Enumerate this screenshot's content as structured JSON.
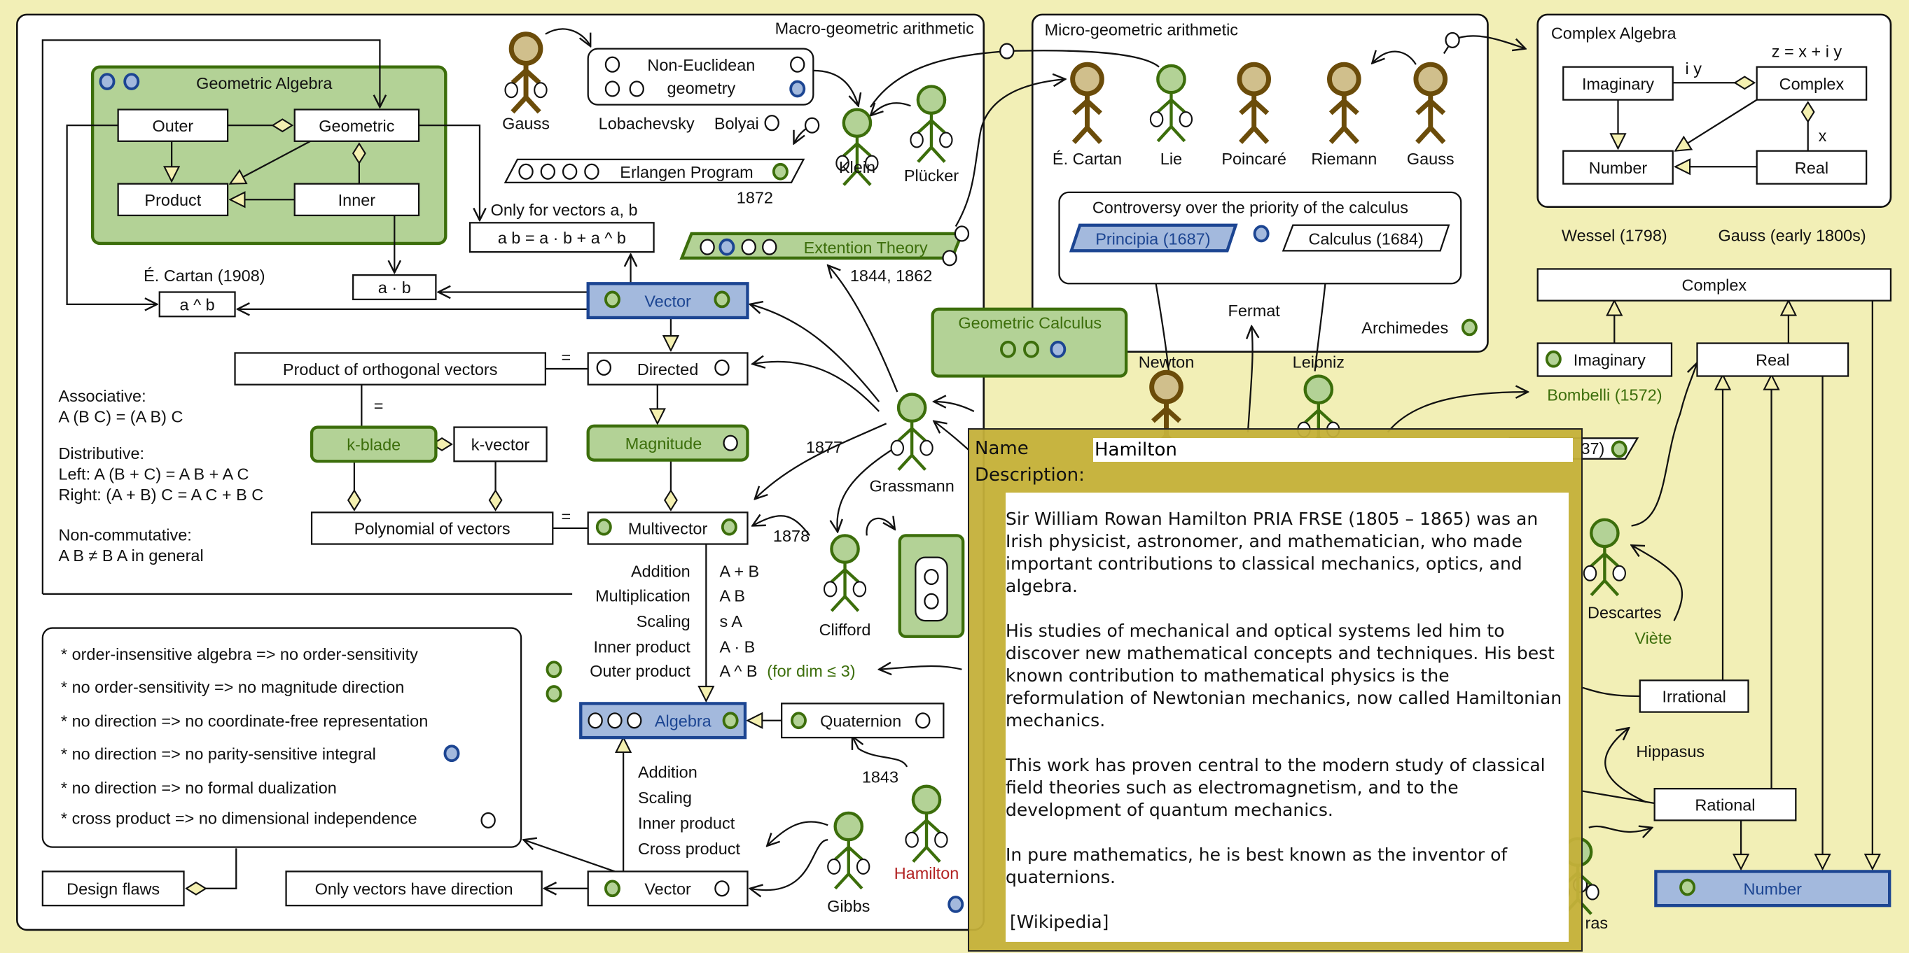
{
  "colors": {
    "background": "#f2efb6",
    "green_fill": "#b3d296",
    "green_stroke": "#3c6e0b",
    "blue_fill": "#a3b9dd",
    "blue_stroke": "#1c4592",
    "brown_stroke": "#6b4c0a",
    "brown_head": "#d0bf8c",
    "diamond_fill": "#f4f0b0",
    "hamilton_label": "#b22222",
    "dialog": "#c4b03a"
  },
  "panels": {
    "macro_title": "Macro-geometric arithmetic",
    "micro_title": "Micro-geometric arithmetic",
    "complex_title": "Complex Algebra"
  },
  "ga": {
    "title": "Geometric Algebra",
    "outer": "Outer",
    "geometric": "Geometric",
    "product": "Product",
    "inner": "Inner"
  },
  "macro": {
    "ab_eq": "a b = a · b + a ^ b",
    "only_vectors_ab": "Only for vectors a, b",
    "a_dot_b": "a · b",
    "a_wedge_b": "a ^ b",
    "cartan_1908": "É. Cartan (1908)",
    "vector": "Vector",
    "directed": "Directed",
    "product_orth": "Product of orthogonal  vectors",
    "eq1": "=",
    "eq2": "=",
    "eq3": "=",
    "magnitude": "Magnitude",
    "kblade": "k-blade",
    "kvector": "k-vector",
    "polynomial": "Polynomial of vectors",
    "multivector": "Multivector",
    "algebra": "Algebra",
    "quaternion": "Quaternion",
    "vector2": "Vector",
    "only_vectors_dir": "Only vectors have direction",
    "design_flaws": "Design flaws",
    "non_euclid_1": "Non-Euclidean",
    "non_euclid_2": "geometry",
    "erlangen": "Erlangen Program",
    "extention": "Extention Theory",
    "geo_calc": "Geometric Calculus",
    "year_1872": "1872",
    "year_1844": "1844, 1862",
    "year_1877": "1877",
    "year_1878": "1878",
    "year_1843": "1843",
    "lobachevsky": "Lobachevsky",
    "bolyai": "Bolyai"
  },
  "laws": [
    "Associative:",
    "A (B C) = (A B) C",
    "Distributive:",
    "Left:   A (B + C) = A B + A C",
    "Right: (A + B) C = A C + B C",
    "Non-commutative:",
    "A B ≠ B A in general"
  ],
  "ops1": {
    "names": [
      "Addition",
      "Multiplication",
      "Scaling",
      "Inner product",
      "Outer product"
    ],
    "forms": [
      "A + B",
      "A B",
      "s A",
      "A · B",
      "A ^ B"
    ],
    "note": "(for dim ≤ 3)"
  },
  "ops2": [
    "Addition",
    "Scaling",
    "Inner product",
    "Cross product"
  ],
  "flaws": [
    "* order-insensitive algebra => no order-sensitivity",
    "* no order-sensitivity => no magnitude direction",
    "* no direction => no coordinate-free representation",
    "* no direction => no parity-sensitive integral",
    "* no direction => no formal dualization",
    "* cross product => no dimensional independence"
  ],
  "micro": {
    "controversy": "Controversy over the priority of  the calculus",
    "principia": "Principia (1687)",
    "calculus": "Calculus (1684)",
    "fermat": "Fermat",
    "archimedes": "Archimedes"
  },
  "complex_algebra": {
    "imaginary": "Imaginary",
    "complex": "Complex",
    "number": "Number",
    "real": "Real",
    "iy": "i y",
    "z": "z = x + i y",
    "x": "x"
  },
  "numbers": {
    "wessel": "Wessel (1798)",
    "gauss_1800s": "Gauss (early 1800s)",
    "complex": "Complex",
    "imaginary": "Imaginary",
    "real": "Real",
    "bombelli": "Bombelli (1572)",
    "irrational": "Irrational",
    "rational": "Rational",
    "number": "Number",
    "hippasus": "Hippasus",
    "viete": "Viète",
    "partial_book": "37)"
  },
  "actors": [
    {
      "name": "Gauss",
      "kind": "brown"
    },
    {
      "name": "Klein",
      "kind": "green"
    },
    {
      "name": "Plücker",
      "kind": "green"
    },
    {
      "name": "Grassmann",
      "kind": "green"
    },
    {
      "name": "Clifford",
      "kind": "green"
    },
    {
      "name": "Gibbs",
      "kind": "green"
    },
    {
      "name": "Hamilton",
      "kind": "green"
    },
    {
      "name": "É. Cartan",
      "kind": "brown"
    },
    {
      "name": "Lie",
      "kind": "green"
    },
    {
      "name": "Poincaré",
      "kind": "brown"
    },
    {
      "name": "Riemann",
      "kind": "brown"
    },
    {
      "name": "Gauss",
      "kind": "brown"
    },
    {
      "name": "Newton",
      "kind": "brown"
    },
    {
      "name": "Leibniz",
      "kind": "green"
    },
    {
      "name": "Descartes",
      "kind": "green"
    },
    {
      "name": "ras",
      "kind": "green"
    }
  ],
  "dialog": {
    "name_label": "Name",
    "name_value": "Hamilton",
    "description_label": "Description:",
    "description": [
      "Sir William Rowan Hamilton PRIA FRSE (1805 – 1865) was an Irish physicist, astronomer, and mathematician, who made important contributions to classical mechanics, optics, and algebra.",
      "His studies of mechanical and optical systems led him to discover new mathematical concepts and techniques. His best known contribution to mathematical physics is the reformulation of Newtonian mechanics, now called Hamiltonian mechanics.",
      "This work has proven central to the modern study of classical field theories such as electromagnetism, and to the development of quantum mechanics.",
      "In pure mathematics, he is best known as the inventor of quaternions."
    ],
    "source": "[Wikipedia]"
  }
}
